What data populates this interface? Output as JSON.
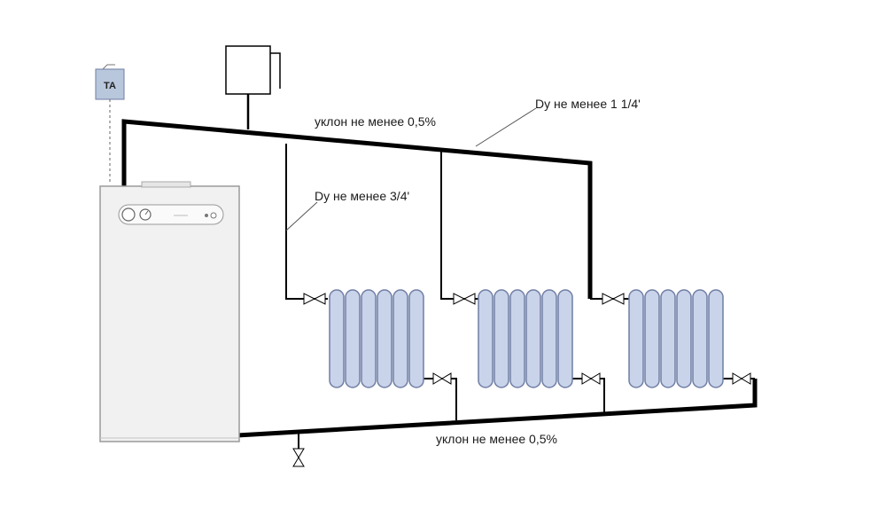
{
  "labels": {
    "supply_slope": "уклон не менее 0,5%",
    "return_slope": "уклон не менее 0,5%",
    "main_diameter": "Dу не менее 1 1/4'",
    "branch_diameter": "Dу не менее 3/4'",
    "thermostat": "ТА"
  },
  "colors": {
    "pipe": "#000000",
    "radiator_fill": "#c9d3ea",
    "radiator_stroke": "#6f7ea3",
    "thermostat_fill": "#b9c7dd",
    "boiler_fill": "#f1f1f1"
  },
  "radiators": [
    {
      "name": "radiator-1",
      "sections": 6
    },
    {
      "name": "radiator-2",
      "sections": 6
    },
    {
      "name": "radiator-3",
      "sections": 6
    }
  ]
}
